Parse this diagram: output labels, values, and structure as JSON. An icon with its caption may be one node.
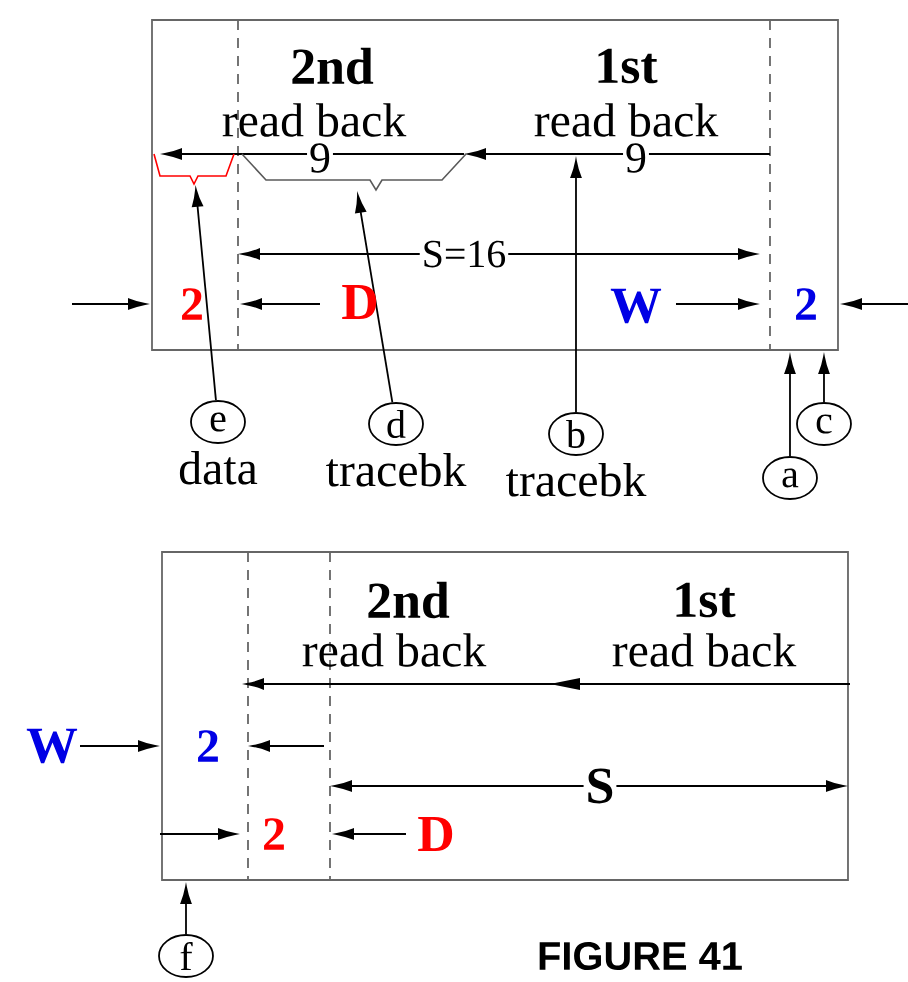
{
  "diagram": {
    "nodes": [
      {
        "text": [],
        "shape": "brace"
      },
      {
        "text": [],
        "shape": "brace"
      },
      {
        "text": [
          "e"
        ],
        "beside": [
          "data"
        ]
      },
      {
        "text": [
          "d"
        ],
        "beside": [
          "tracebk"
        ]
      },
      {
        "text": [
          "b"
        ],
        "beside": [
          "tracebk"
        ]
      },
      {
        "text": [
          "a"
        ]
      },
      {
        "text": [
          "c"
        ]
      },
      {
        "text": [
          "f"
        ]
      }
    ],
    "edges": [
      {
        "from": 2,
        "to": 0,
        "arrow": "to"
      },
      {
        "from": 3,
        "to": 1,
        "arrow": "to"
      },
      {
        "from": 4,
        "to": null,
        "arrow": "to"
      },
      {
        "from": 5,
        "to": null,
        "arrow": "to"
      },
      {
        "from": 6,
        "to": null,
        "arrow": "to"
      },
      {
        "from": 7,
        "to": null,
        "arrow": "to"
      }
    ],
    "labels": [
      "2nd",
      "read back",
      "1st",
      "read back",
      "9",
      "9",
      "S=16",
      "2",
      "D",
      "W",
      "2",
      "2nd",
      "read back",
      "1st",
      "read back",
      "W",
      "2",
      "S",
      "2",
      "D",
      "FIGURE 41"
    ]
  }
}
